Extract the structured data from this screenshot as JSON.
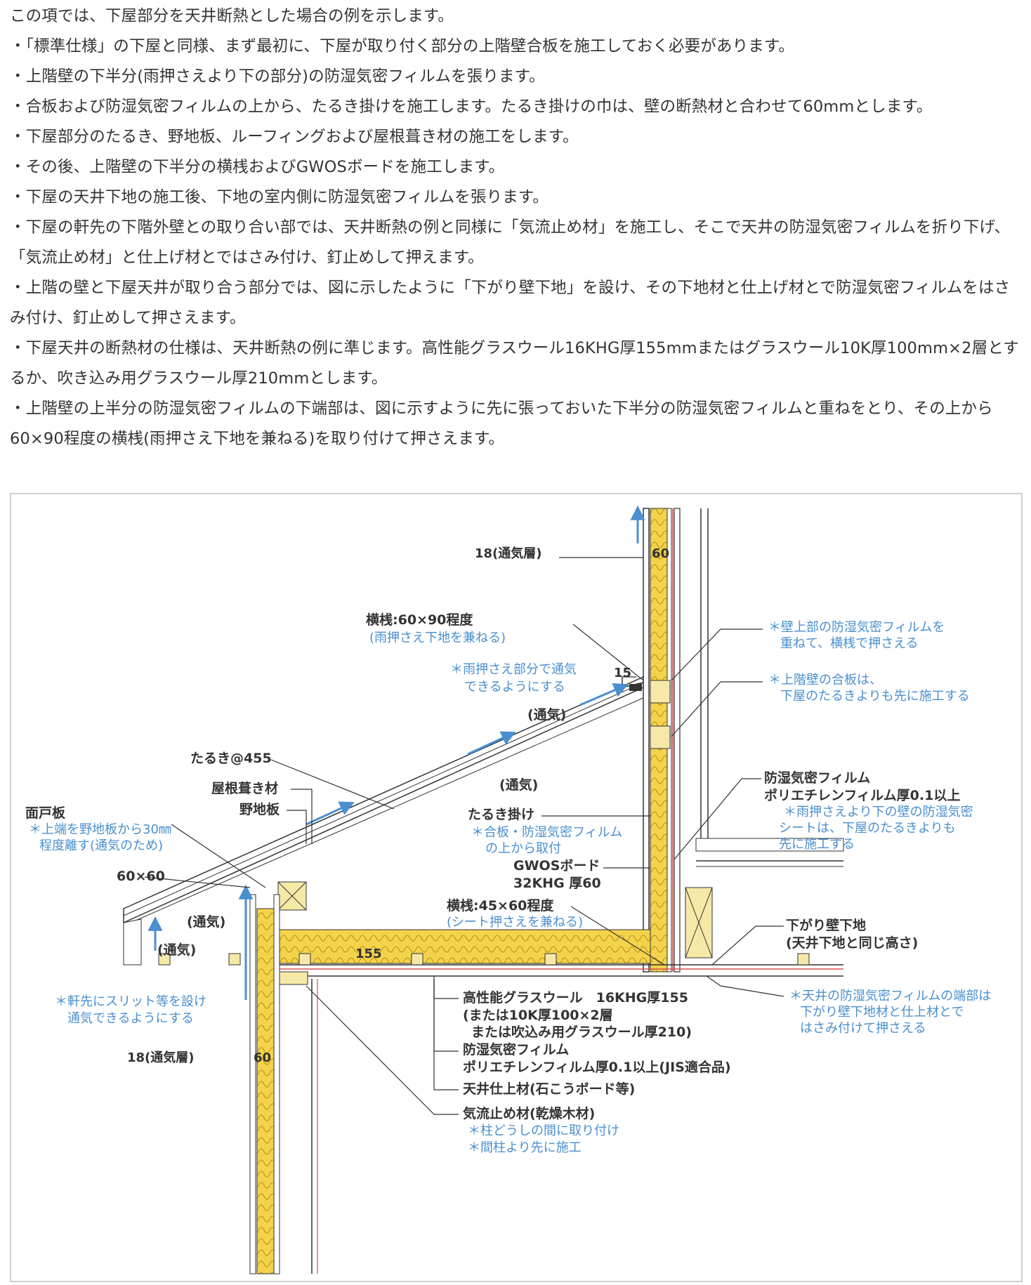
{
  "intro": [
    "この項では、下屋部分を天井断熱とした場合の例を示します。",
    "・「標準仕様」の下屋と同様、まず最初に、下屋が取り付く部分の上階壁合板を施工しておく必要があります。",
    "・上階壁の下半分(雨押さえより下の部分)の防湿気密フィルムを張ります。",
    "・合板および防湿気密フィルムの上から、たるき掛けを施工します。たるき掛けの巾は、壁の断熱材と合わせて60mmとします。",
    "・下屋部分のたるき、野地板、ルーフィングおよび屋根葺き材の施工をします。",
    "・その後、上階壁の下半分の横桟およびGWOSボードを施工します。",
    "・下屋の天井下地の施工後、下地の室内側に防湿気密フィルムを張ります。",
    "・下屋の軒先の下階外壁との取り合い部では、天井断熱の例と同様に「気流止め材」を施工し、そこで天井の防湿気密フィルムを折り下げ、「気流止め材」と仕上げ材とではさみ付け、釘止めして押えます。",
    "・上階の壁と下屋天井が取り合う部分では、図に示したように「下がり壁下地」を設け、その下地材と仕上げ材とで防湿気密フィルムをはさみ付け、釘止めして押さえます。",
    "・下屋天井の断熱材の仕様は、天井断熱の例に準じます。高性能グラスウール16KHG厚155mmまたはグラスウール10K厚100mm×2層とするか、吹き込み用グラスウール厚210mmとします。",
    "・上階壁の上半分の防湿気密フィルムの下端部は、図に示すように先に張っておいた下半分の防湿気密フィルムと重ねをとり、その上から60×90程度の横桟(雨押さえ下地を兼ねる)を取り付けて押さえます。"
  ],
  "figure": {
    "colors": {
      "insulation": "#f3d34a",
      "timber": "#f6e9a8",
      "note": "#4a8fd0",
      "line": "#333333",
      "film": "#d9534f"
    },
    "dims": {
      "upper_vent": "18(通気層)",
      "upper_60": "60",
      "d15": "15",
      "d155": "155",
      "lower_vent": "18(通気層)",
      "lower_60": "60"
    },
    "labels": {
      "yokosan_upper": "横桟:60×90程度",
      "yokosan_upper_note": "(雨押さえ下地を兼ねる)",
      "amaosae_note_1": "＊雨押さえ部分で通気",
      "amaosae_note_2": "できるようにする",
      "tsuki_1": "(通気)",
      "tsuki_2": "(通気)",
      "tsuki_3": "(通気)",
      "tsuki_4": "(通気)",
      "taruki": "たるき@455",
      "yane": "屋根葺き材",
      "noji": "野地板",
      "mendo": "面戸板",
      "mendo_note_1": "＊上端を野地板から30㎜",
      "mendo_note_2": "程度離す(通気のため)",
      "taruki_kake": "たるき掛け",
      "taruki_kake_note_1": "＊合板・防湿気密フィルム",
      "taruki_kake_note_2": "の上から取付",
      "gwos_1": "GWOSボード",
      "gwos_2": "32KHG 厚60",
      "s6060": "60×60",
      "yokosan_lower": "横桟:45×60程度",
      "yokosan_lower_note": "(シート押さえを兼ねる)",
      "right_note1_1": "＊壁上部の防湿気密フィルムを",
      "right_note1_2": "重ねて、横桟で押さえる",
      "right_note2_1": "＊上階壁の合板は、",
      "right_note2_2": "下屋のたるきよりも先に施工する",
      "film_1": "防湿気密フィルム",
      "film_2": "ポリエチレンフィルム厚0.1以上",
      "film_note_1": "＊雨押さえより下の壁の防湿気密",
      "film_note_2": "シートは、下屋のたるきよりも",
      "film_note_3": "先に施工する",
      "sagari_1": "下がり壁下地",
      "sagari_2": "(天井下地と同じ高さ)",
      "ceil_note_1": "＊天井の防湿気密フィルムの端部は",
      "ceil_note_2": "下がり壁下地材と仕上材とで",
      "ceil_note_3": "はさみ付けて押さえる",
      "eave_note_1": "＊軒先にスリット等を設け",
      "eave_note_2": "通気できるようにする",
      "gw_1": "高性能グラスウール　16KHG厚155",
      "gw_2": "(または10K厚100×2層",
      "gw_3": "または吹込み用グラスウール厚210)",
      "cfilm_1": "防湿気密フィルム",
      "cfilm_2": "ポリエチレンフィルム厚0.1以上(JIS適合品)",
      "finish": "天井仕上材(石こうボード等)",
      "stop_1": "気流止め材(乾燥木材)",
      "stop_2": "＊柱どうしの間に取り付け",
      "stop_3": "＊間柱より先に施工"
    }
  }
}
